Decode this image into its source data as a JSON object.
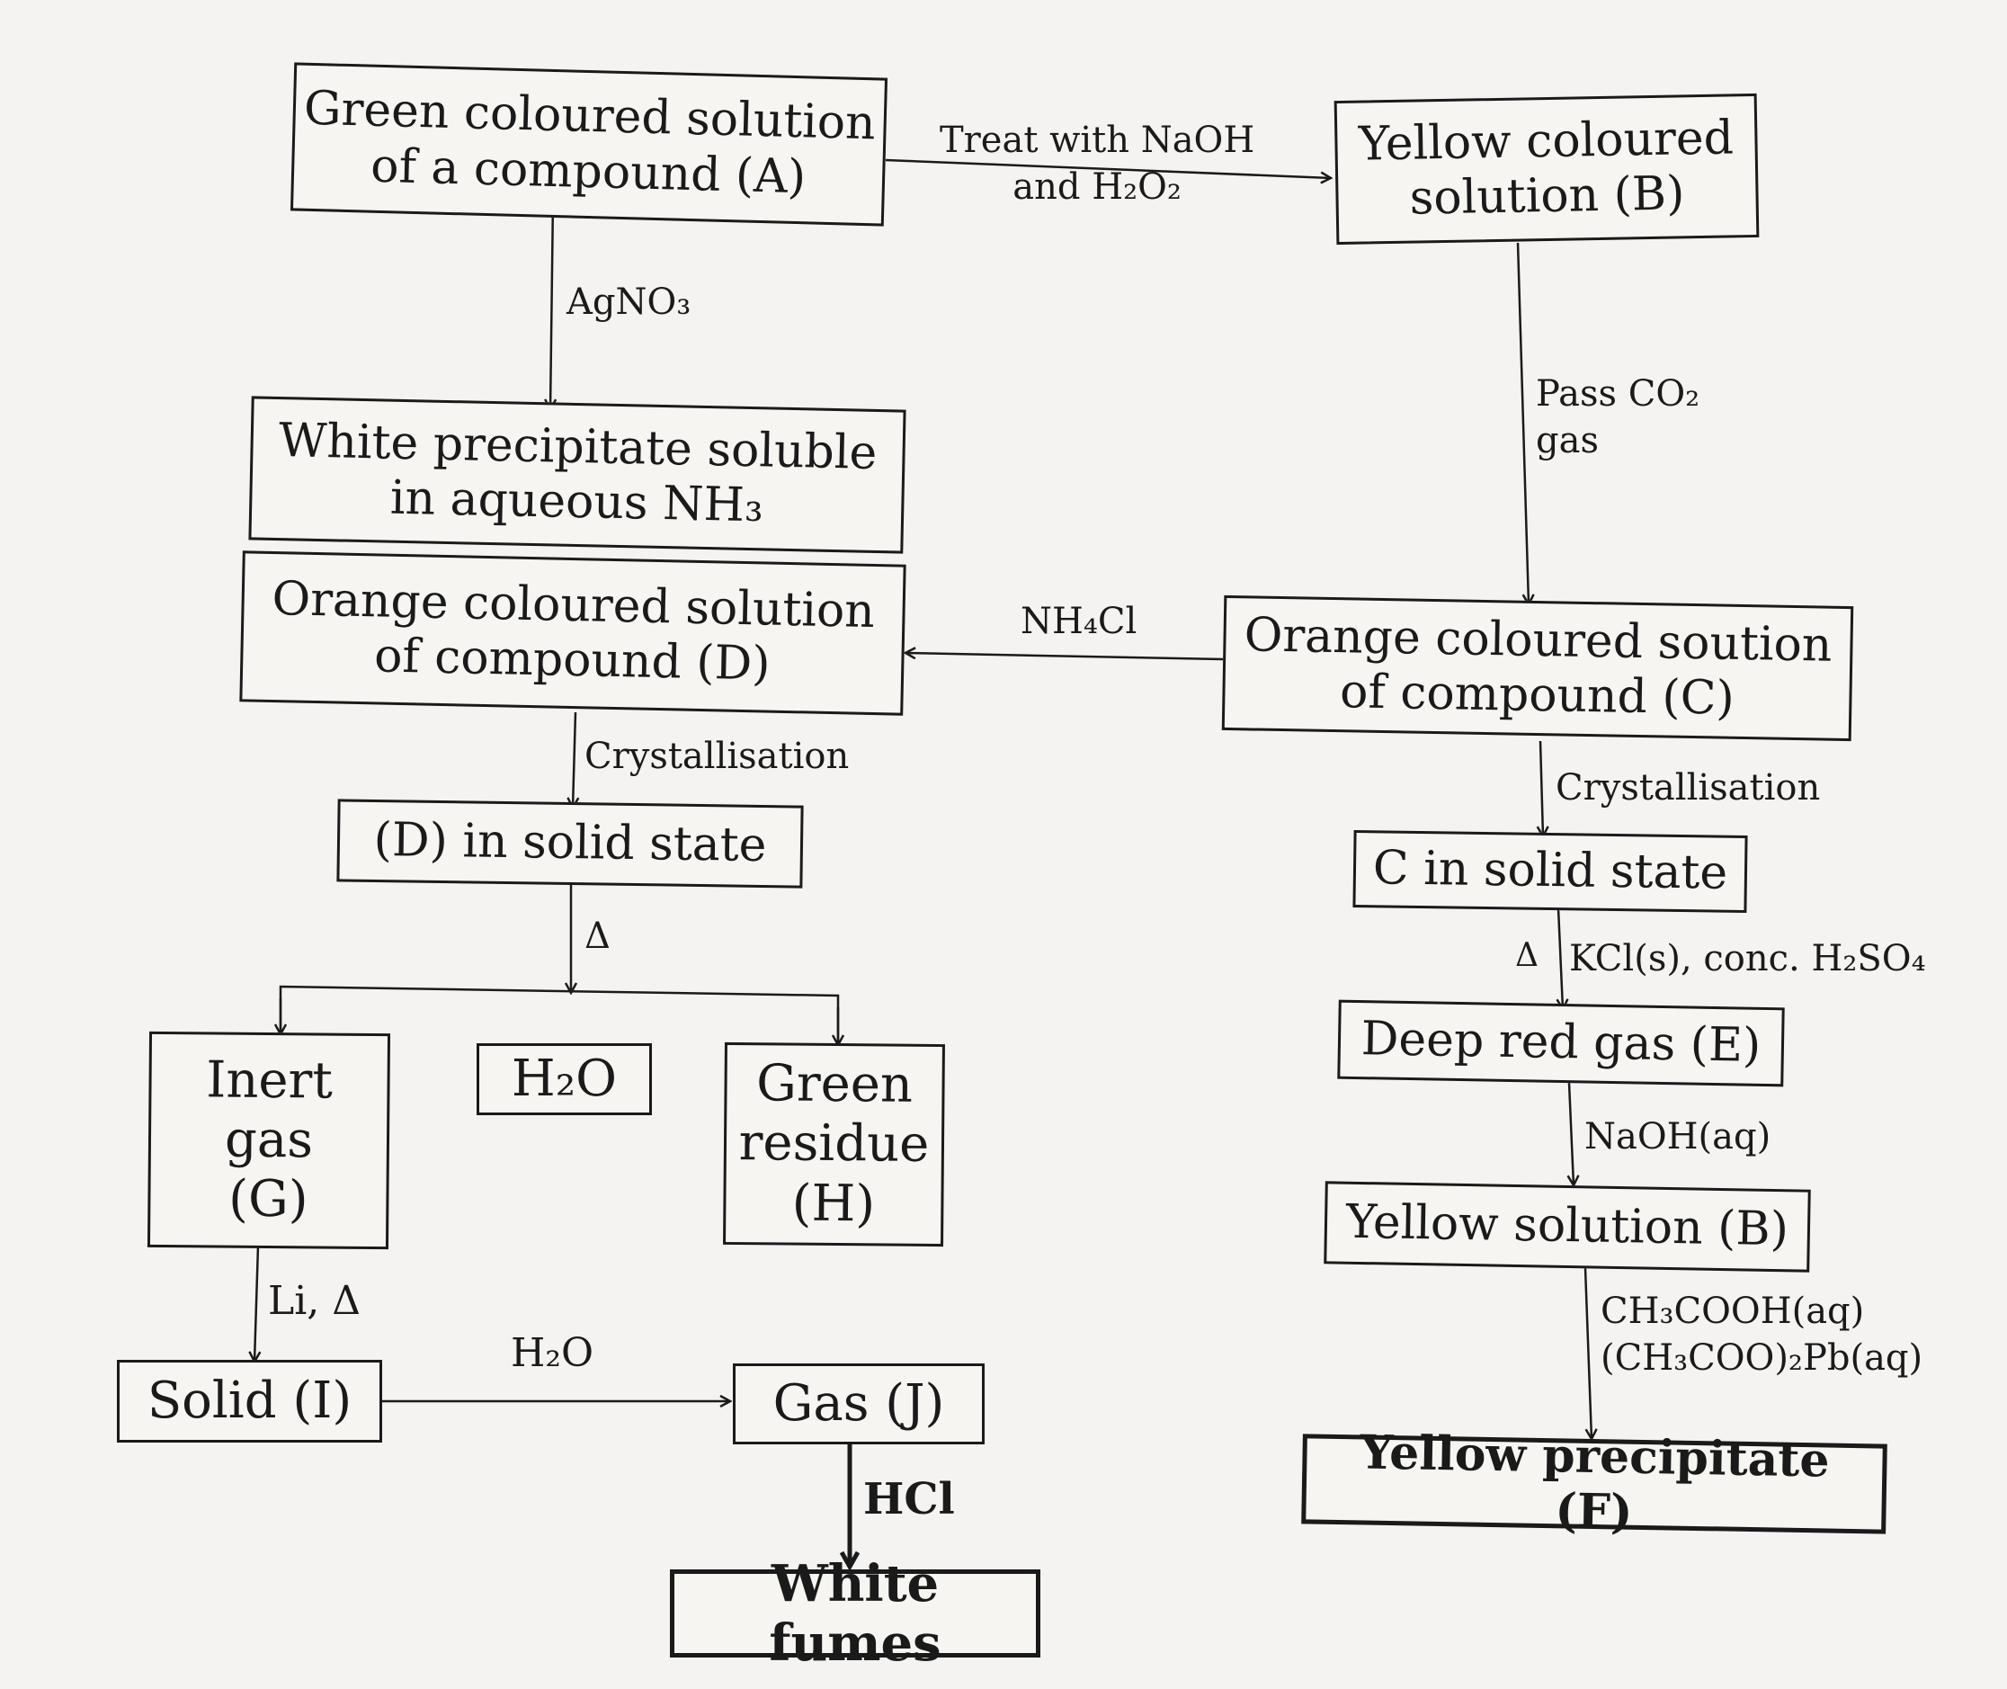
{
  "boxes": {
    "a": [
      "Green coloured solution",
      "of a compound (A)"
    ],
    "b": [
      "Yellow coloured",
      "solution (B)"
    ],
    "white_ppt": [
      "White precipitate soluble",
      "in aqueous NH₃"
    ],
    "d": [
      "Orange coloured solution",
      "of compound (D)"
    ],
    "c": [
      "Orange coloured soution",
      "of compound (C)"
    ],
    "d_solid": [
      "(D) in solid state"
    ],
    "c_solid": [
      "C in solid state"
    ],
    "g": [
      "Inert",
      "gas",
      "(G)"
    ],
    "h2o": [
      "H₂O"
    ],
    "h": [
      "Green",
      "residue",
      "(H)"
    ],
    "e": [
      "Deep red gas (E)"
    ],
    "b2": [
      "Yellow solution (B)"
    ],
    "i": [
      "Solid (I)"
    ],
    "j": [
      "Gas (J)"
    ],
    "f": [
      "Yellow precipitate (F)"
    ],
    "fumes": [
      "White fumes"
    ]
  },
  "labels": {
    "naoh_h2o2": [
      "Treat with NaOH",
      "and H₂O₂"
    ],
    "agno3": [
      "AgNO₃"
    ],
    "co2": [
      "Pass CO₂",
      "gas"
    ],
    "nh4cl": [
      "NH₄Cl"
    ],
    "cryst_d": [
      "Crystallisation"
    ],
    "cryst_c": [
      "Crystallisation"
    ],
    "heat_d": [
      "Δ"
    ],
    "heat_c": [
      "Δ"
    ],
    "kcl": [
      "KCl(s), conc. H₂SO₄"
    ],
    "naoh_aq": [
      "NaOH(aq)"
    ],
    "li": [
      "Li, Δ"
    ],
    "h2o_label": [
      "H₂O"
    ],
    "acetic": [
      "CH₃COOH(aq)",
      "(CH₃COO)₂Pb(aq)"
    ],
    "hcl": [
      "HCl"
    ]
  }
}
